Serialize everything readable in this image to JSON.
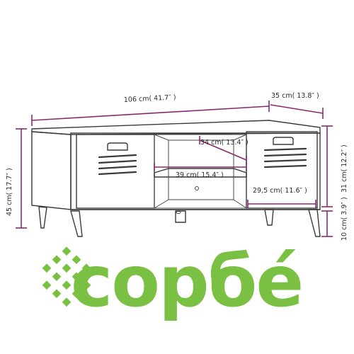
{
  "dimensions": {
    "total_width": "106 cm( 41.7″ )",
    "depth": "35 cm( 13.8″ )",
    "total_height": "45 cm( 17.7″ )",
    "body_height": "31 cm( 12.2″ )",
    "leg_height": "10 cm( 3.9″ )",
    "shelf_depth": "34 cm( 13.4″ )",
    "shelf_width": "39 cm( 15.4″ )",
    "door_width": "29,5 cm( 11.6″ )"
  },
  "brand": {
    "name": "сорбé",
    "color": "#7ac143"
  },
  "colors": {
    "dimension_line": "#8a2a6e",
    "outline": "#3a3a3a"
  }
}
